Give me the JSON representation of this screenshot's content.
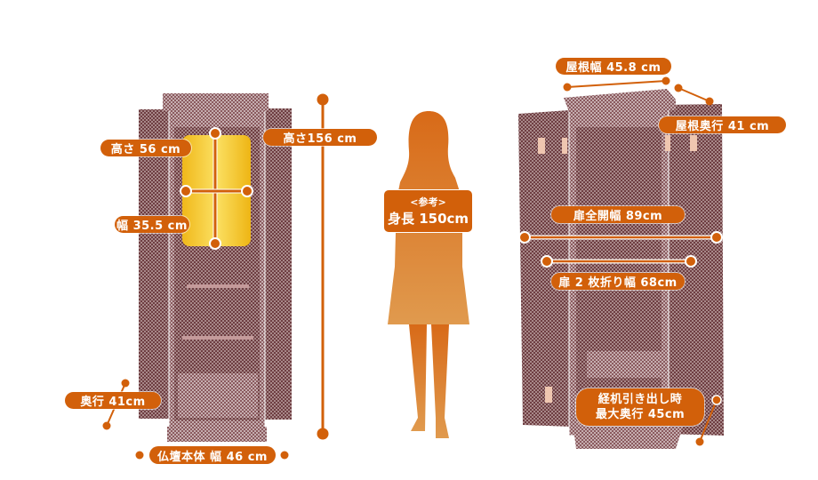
{
  "colors": {
    "accent": "#d2600a",
    "cabinet": "#7a4a4c",
    "gold": "#f2c21a",
    "silhouette": "#d9782a"
  },
  "front_view": {
    "height_total": "高さ156 cm",
    "inner_height": "高さ 56 cm",
    "inner_width": "幅 35.5 cm",
    "depth": "奥行 41cm",
    "body_width": "仏壇本体 幅 46 cm"
  },
  "reference": {
    "line1": "<参考>",
    "line2": "身長 150cm"
  },
  "open_view": {
    "roof_width": "屋根幅 45.8 cm",
    "roof_depth": "屋根奥行 41 cm",
    "door_full_open_width": "扉全開幅 89cm",
    "door_two_fold_width": "扉 2 枚折り幅 68cm",
    "drawer_line1": "経机引き出し時",
    "drawer_line2": "最大奥行 45cm"
  }
}
